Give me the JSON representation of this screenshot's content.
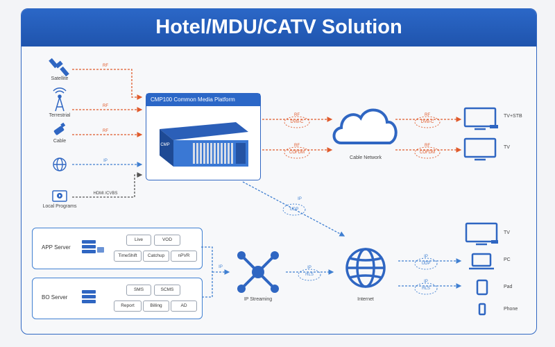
{
  "header": {
    "title": "Hotel/MDU/CATV Solution"
  },
  "sources": {
    "satellite": "Satellite",
    "terrestrial": "Terrestrial",
    "cable": "Cable",
    "ip_source": "",
    "local_programs": "Local Programs"
  },
  "links": {
    "rf1": "RF",
    "rf2": "RF",
    "rf3": "RF",
    "ip1": "IP",
    "hdmi": "HDMI /CVBS",
    "rf_out1": "RF",
    "rf_out2": "RF",
    "rf_out3": "RF",
    "rf_out4": "RF",
    "ip_down": "IP",
    "ip_mid": "IP",
    "ip_left": "IP",
    "ip_out1": "IP",
    "ip_out2": "IP"
  },
  "tags": {
    "dvbc1": "DVB-C",
    "cofdm1": "COFDM",
    "dvbc2": "DVB-C",
    "cofdm2": "COFDM",
    "udp": "UDP",
    "hls1": "HLS",
    "udp2": "UDP",
    "hls2": "HLS"
  },
  "cmp": {
    "title": "CMP100 Common Media Platform",
    "badge": "CMP"
  },
  "cable_network": "Cable Network",
  "internet": "Internet",
  "ip_streaming": "IP Streaming",
  "outputs": {
    "tv_stb": "TV+STB",
    "tv": "TV",
    "tv2": "TV",
    "pc": "PC",
    "pad": "Pad",
    "phone": "Phone"
  },
  "app_server": {
    "label": "APP Server",
    "items": [
      "Live",
      "VOD",
      "TimeShift",
      "Catchup",
      "nPVR"
    ]
  },
  "bo_server": {
    "label": "BO Server",
    "items": [
      "SMS",
      "SCMS",
      "Report",
      "Billing",
      "AD"
    ]
  },
  "colors": {
    "accent": "#2b67c7",
    "rf_line": "#e05a2b",
    "ip_line": "#3f7fd1"
  }
}
